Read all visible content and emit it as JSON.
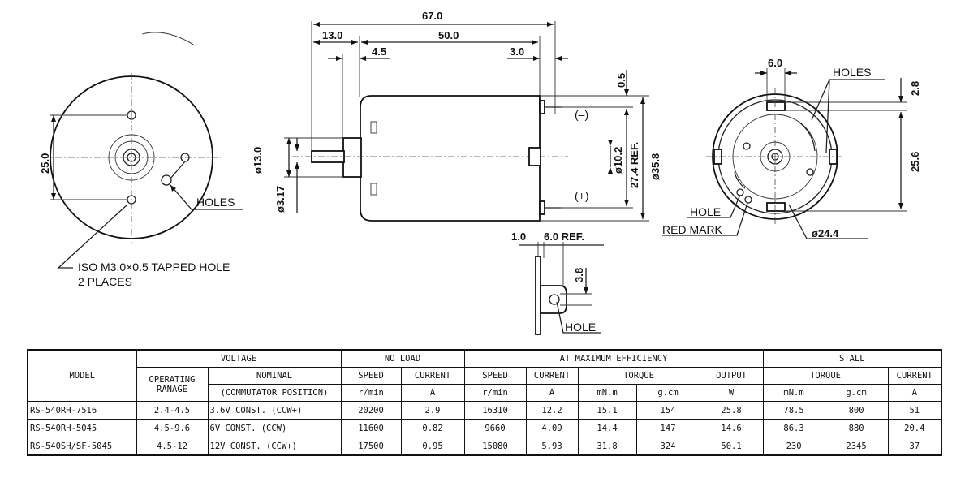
{
  "drawing": {
    "top_dims": {
      "overall": "67.0",
      "shaft": "13.0",
      "body": "50.0",
      "boss": "4.5",
      "rear": "3.0"
    },
    "right_dims": {
      "gap": "0.5",
      "ref_center": "27.4 REF.",
      "bush_dia": "ø10.2",
      "body_dia": "ø35.8"
    },
    "left_dims": {
      "boss_dia": "ø13.0",
      "shaft_dia": "ø3.17"
    },
    "terminals": {
      "neg": "(–)",
      "pos": "(+)"
    },
    "front": {
      "dim": "25.0",
      "holes": "HOLES",
      "note_line1": "ISO M3.0×0.5 TAPPED HOLE",
      "note_line2": "2 PLACES"
    },
    "detail": {
      "d1": "1.0",
      "d2": "6.0 REF.",
      "d3": "3.8",
      "hole": "HOLE"
    },
    "rear": {
      "w": "6.0",
      "holes": "HOLES",
      "h1": "2.8",
      "h2": "25.6",
      "hole": "HOLE",
      "red_mark": "RED MARK",
      "dia": "ø24.4"
    }
  },
  "table": {
    "h_model": "MODEL",
    "h_voltage": "VOLTAGE",
    "h_noload": "NO LOAD",
    "h_maxeff": "AT MAXIMUM EFFICIENCY",
    "h_stall": "STALL",
    "h_operating": "OPERATING RANAGE",
    "h_nominal": "NOMINAL",
    "h_nominal_sub": "(COMMUTATOR POSITION)",
    "h_speed": "SPEED",
    "h_current": "CURRENT",
    "h_torque": "TORQUE",
    "h_output": "OUTPUT",
    "u_speed": "r/min",
    "u_current": "A",
    "u_mnm": "mN.m",
    "u_gcm": "g.cm",
    "u_w": "W",
    "rows": [
      [
        "RS-540RH-7516",
        "2.4-4.5",
        "3.6V CONST. (CCW+)",
        "20200",
        "2.9",
        "16310",
        "12.2",
        "15.1",
        "154",
        "25.8",
        "78.5",
        "800",
        "51"
      ],
      [
        "RS-540RH-5045",
        "4.5-9.6",
        "6V CONST.  (CCW)",
        "11600",
        "0.82",
        "9660",
        "4.09",
        "14.4",
        "147",
        "14.6",
        "86.3",
        "880",
        "20.4"
      ],
      [
        "RS-540SH/SF-5045",
        "4.5-12",
        "12V CONST. (CCW+)",
        "17500",
        "0.95",
        "15080",
        "5.93",
        "31.8",
        "324",
        "50.1",
        "230",
        "2345",
        "37"
      ]
    ]
  }
}
